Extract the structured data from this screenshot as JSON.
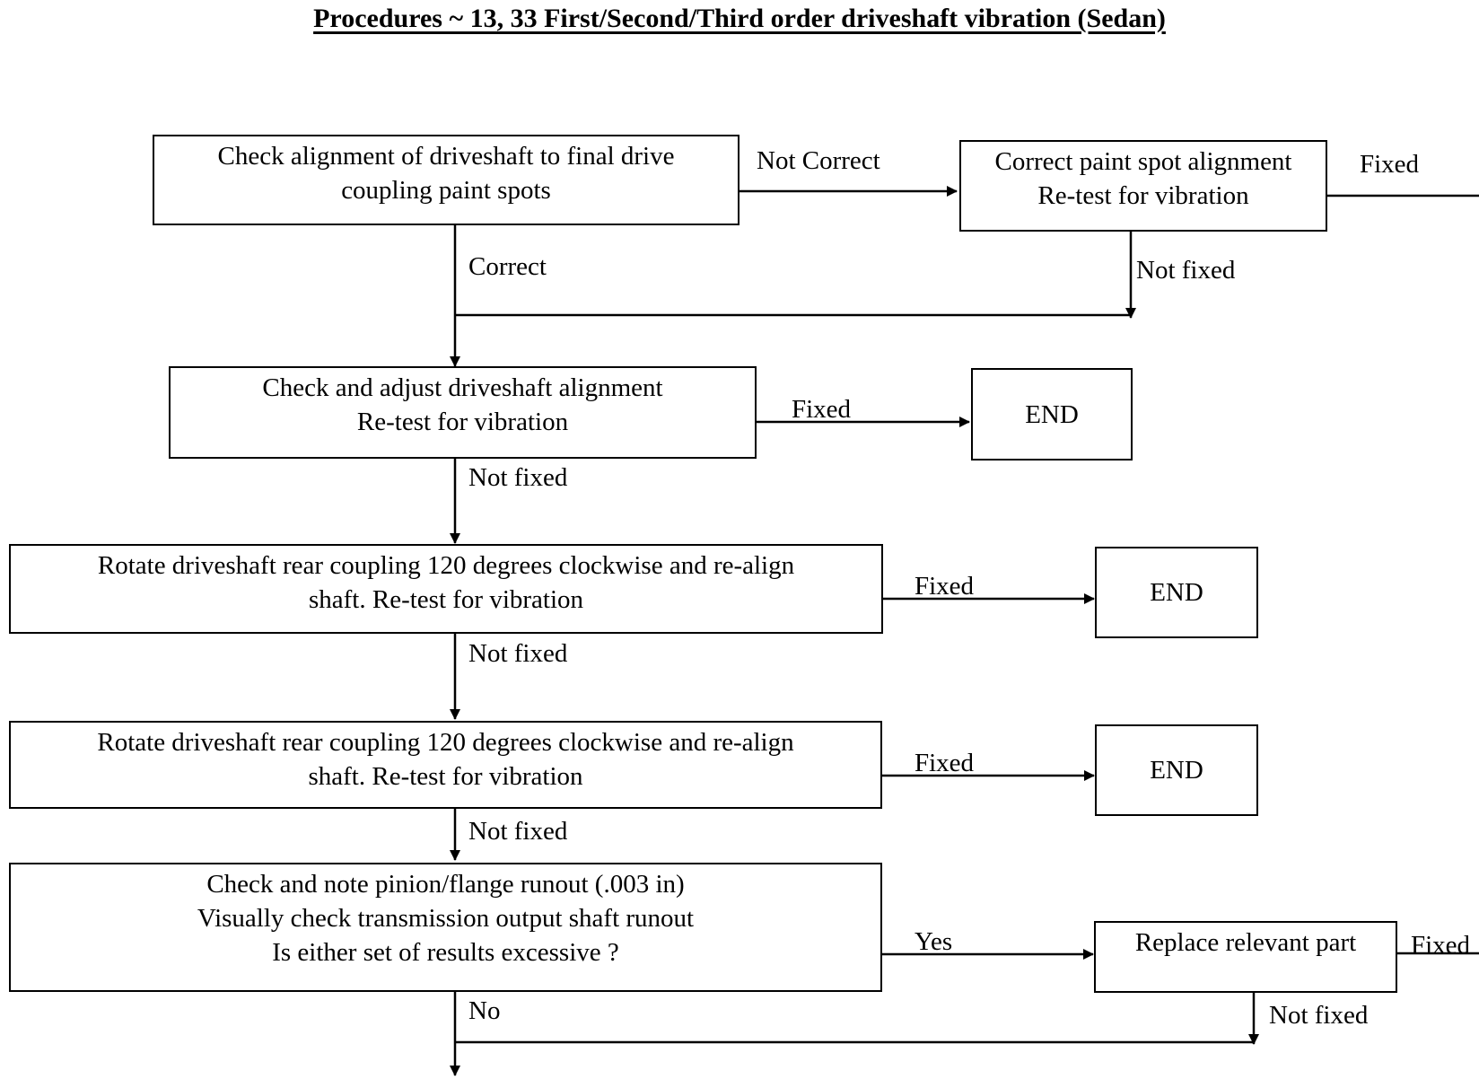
{
  "title": "Procedures ~ 13, 33 First/Second/Third order driveshaft vibration (Sedan)",
  "nodes": {
    "check_paint": {
      "line1": "Check alignment of driveshaft to final drive",
      "line2": "coupling paint spots"
    },
    "correct_paint": {
      "line1": "Correct paint spot alignment",
      "line2": "Re-test for vibration"
    },
    "adjust_alignment": {
      "line1": "Check and adjust driveshaft alignment",
      "line2": "Re-test for vibration"
    },
    "end1": {
      "text": "END"
    },
    "rotate1": {
      "line1": "Rotate driveshaft rear coupling 120 degrees clockwise and re-align",
      "line2": "shaft.  Re-test for vibration"
    },
    "end2": {
      "text": "END"
    },
    "rotate2": {
      "line1": "Rotate driveshaft rear coupling 120 degrees clockwise and re-align",
      "line2": "shaft.  Re-test for vibration"
    },
    "end3": {
      "text": "END"
    },
    "runout": {
      "line1": "Check and note pinion/flange runout (.003 in)",
      "line2": "Visually check transmission output shaft runout",
      "line3": "Is either set of results excessive ?"
    },
    "replace": {
      "text": "Replace relevant part"
    }
  },
  "edges": {
    "not_correct": "Not Correct",
    "fixed_top": "Fixed",
    "not_fixed_paint": "Not fixed",
    "correct": "Correct",
    "fixed_adjust": "Fixed",
    "not_fixed_adjust": "Not fixed",
    "fixed_rotate1": "Fixed",
    "not_fixed_rotate1": "Not fixed",
    "fixed_rotate2": "Fixed",
    "not_fixed_rotate2": "Not fixed",
    "yes": "Yes",
    "fixed_replace": "Fixed",
    "no": "No",
    "not_fixed_replace": "Not fixed"
  }
}
